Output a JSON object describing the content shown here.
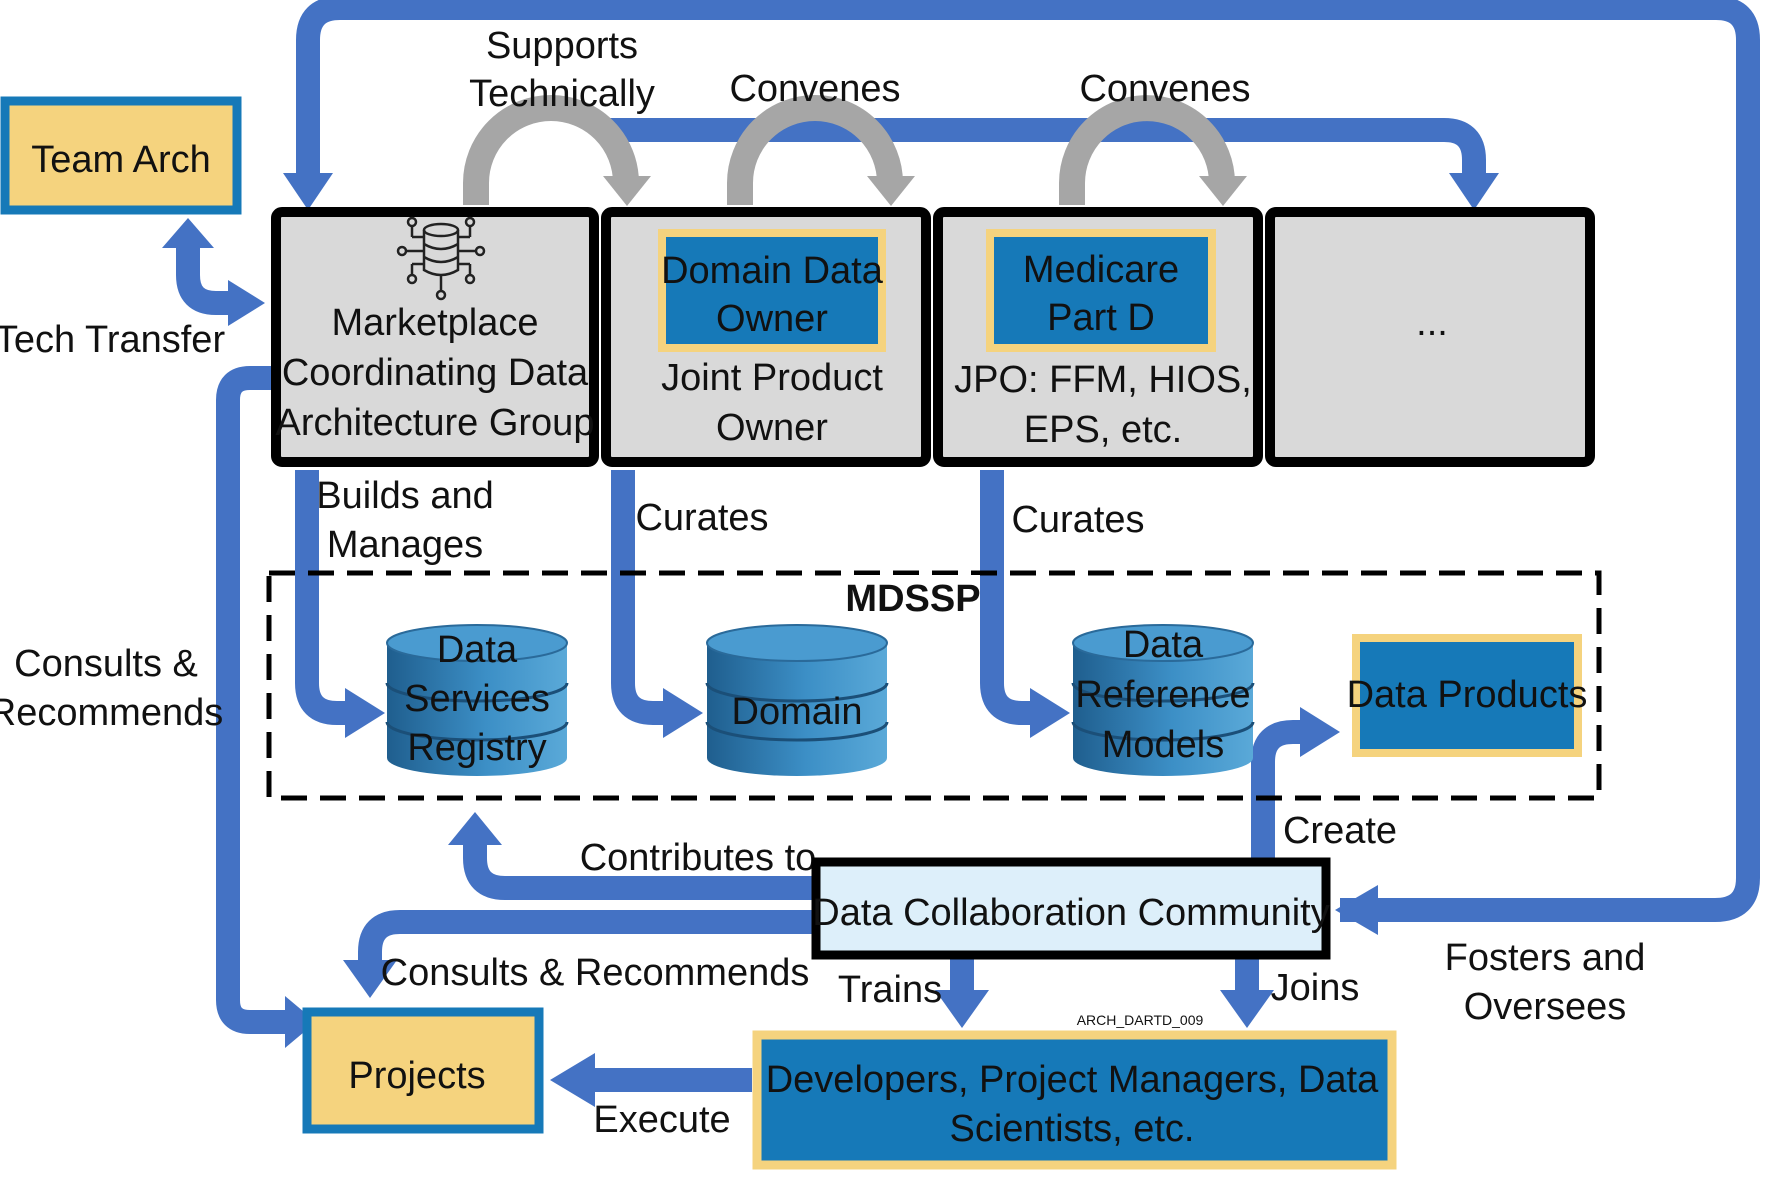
{
  "colors": {
    "arrow_blue": "#4472C4",
    "gray_arrow": "#A6A6A6",
    "box_gray": "#D9D9D9",
    "box_border": "#000000",
    "dark_blue": "#1679B8",
    "gold": "#F5D37E",
    "light_blue_fill": "#DDEFFA",
    "cylinder_blue": "#2E77AD"
  },
  "icons": {
    "marketplace": "database-network-icon"
  },
  "left": {
    "team_arch": "Team Arch",
    "tech_transfer": "Tech Transfer",
    "consults_recommends": [
      "Consults &",
      "Recommends"
    ]
  },
  "top_labels": {
    "supports_technically": [
      "Supports",
      "Technically"
    ],
    "convenes_1": "Convenes",
    "convenes_2": "Convenes"
  },
  "boxes": {
    "marketplace": [
      "Marketplace",
      "Coordinating Data",
      "Architecture Group"
    ],
    "domain_owner_inner": [
      "Domain Data",
      "Owner"
    ],
    "domain_owner_sub": [
      "Joint Product",
      "Owner"
    ],
    "medicare_inner": [
      "Medicare",
      "Part D"
    ],
    "medicare_sub": [
      "JPO: FFM, HIOS,",
      "EPS, etc."
    ],
    "ellipsis": "..."
  },
  "middle_labels": {
    "builds_manages": [
      "Builds and",
      "Manages"
    ],
    "curates_1": "Curates",
    "curates_2": "Curates"
  },
  "mdssp": {
    "title": "MDSSP",
    "cyl_registry": [
      "Data",
      "Services",
      "Registry"
    ],
    "cyl_domain": "Domain",
    "cyl_reference": [
      "Data",
      "Reference",
      "Models"
    ],
    "data_products": "Data Products"
  },
  "bottom": {
    "contributes_to": "Contributes to",
    "create": "Create",
    "dcc": "Data Collaboration Community",
    "consults_recommends": "Consults & Recommends",
    "fosters_oversees": [
      "Fosters and",
      "Oversees"
    ],
    "trains": "Trains",
    "joins": "Joins",
    "code": "ARCH_DARTD_009",
    "projects": "Projects",
    "execute": "Execute",
    "developers": [
      "Developers, Project Managers, Data",
      "Scientists, etc."
    ]
  }
}
